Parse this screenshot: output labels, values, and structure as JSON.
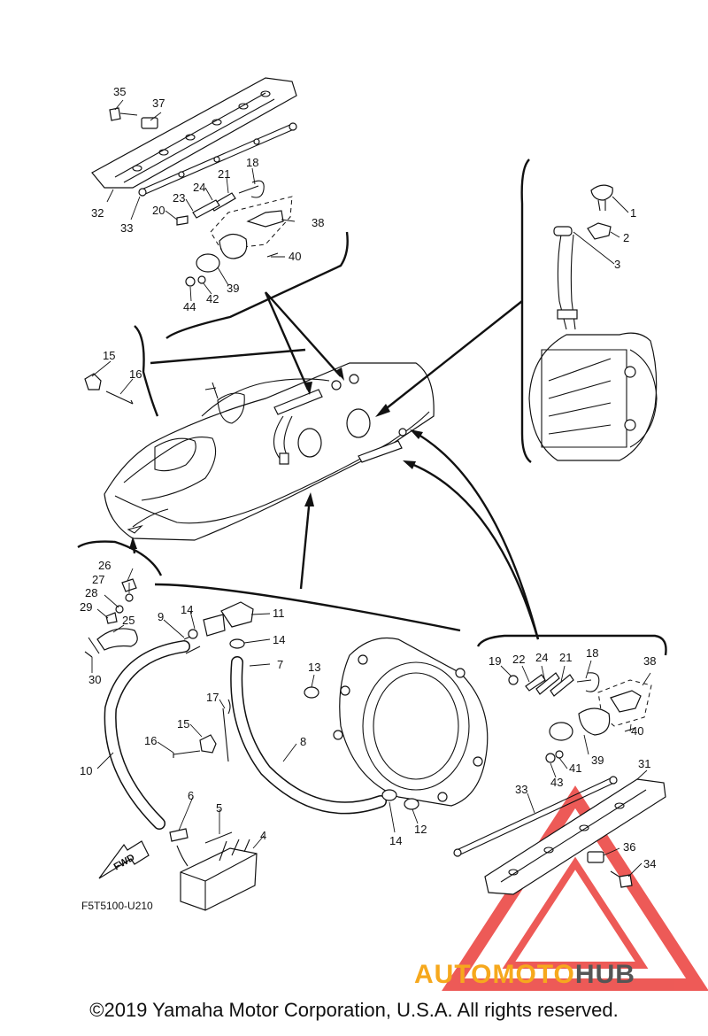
{
  "diagram": {
    "part_code": "F5T5100-U210",
    "fwd_label": "FWD",
    "copyright": "©2019 Yamaha Motor Corporation, U.S.A. All rights reserved.",
    "watermark": {
      "part1": "AUTOMOTO",
      "part2": "HUB",
      "color1": "#f6a81d",
      "color2": "#555555",
      "logo_color": "#e8231f"
    },
    "callouts": {
      "n1": "1",
      "n2": "2",
      "n3": "3",
      "n4": "4",
      "n5": "5",
      "n6": "6",
      "n7": "7",
      "n8": "8",
      "n9": "9",
      "n10": "10",
      "n11": "11",
      "n12": "12",
      "n13": "13",
      "n14a": "14",
      "n14b": "14",
      "n14c": "14",
      "n15a": "15",
      "n15b": "15",
      "n16a": "16",
      "n16b": "16",
      "n17": "17",
      "n18a": "18",
      "n18b": "18",
      "n19": "19",
      "n20": "20",
      "n21a": "21",
      "n21b": "21",
      "n22": "22",
      "n23": "23",
      "n24a": "24",
      "n24b": "24",
      "n25": "25",
      "n26": "26",
      "n27": "27",
      "n28": "28",
      "n29": "29",
      "n30": "30",
      "n31": "31",
      "n32": "32",
      "n33a": "33",
      "n33b": "33",
      "n34": "34",
      "n35": "35",
      "n36": "36",
      "n37": "37",
      "n38a": "38",
      "n38b": "38",
      "n39a": "39",
      "n39b": "39",
      "n40a": "40",
      "n40b": "40",
      "n41": "41",
      "n42": "42",
      "n43": "43",
      "n44": "44"
    }
  }
}
